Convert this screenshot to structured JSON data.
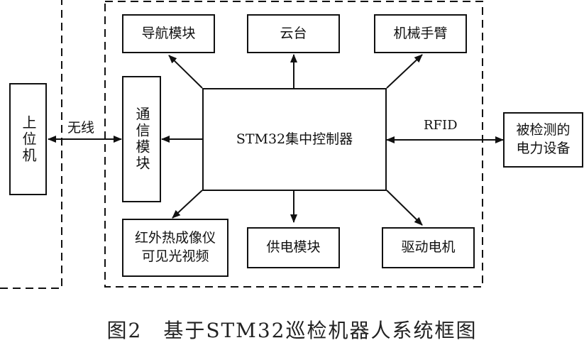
{
  "blocks": {
    "host": "上位机",
    "comm": "通信模块",
    "nav": "导航模块",
    "gimbal": "云台",
    "arm": "机械手臂",
    "controller": "STM32集中控制器",
    "thermal_line1": "红外热成像仪",
    "thermal_line2": "可见光视频",
    "power": "供电模块",
    "motor": "驱动电机",
    "device_line1": "被检测的",
    "device_line2": "电力设备"
  },
  "labels": {
    "wireless": "无线",
    "rfid": "RFID"
  },
  "caption": "图2　基于STM32巡检机器人系统框图"
}
